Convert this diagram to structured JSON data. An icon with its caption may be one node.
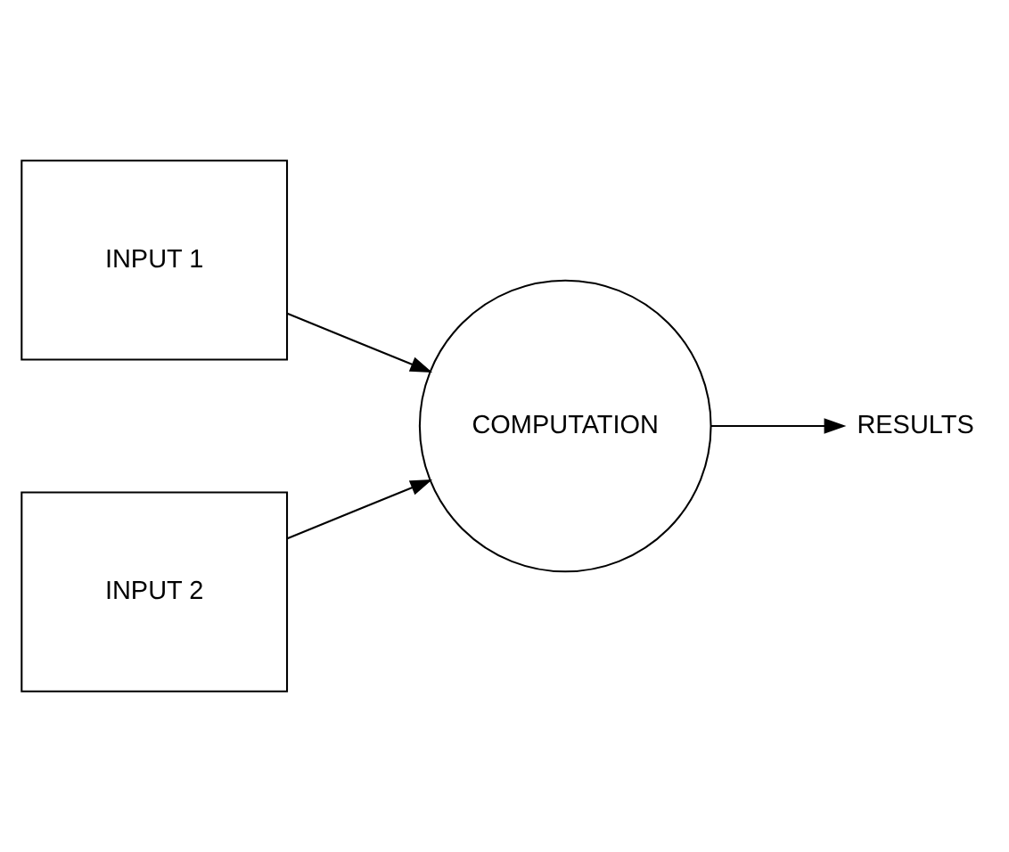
{
  "diagram": {
    "nodes": [
      {
        "text": [
          "INPUT 1"
        ]
      },
      {
        "text": [
          "INPUT 2"
        ]
      },
      {
        "text": [
          "COMPUTATION"
        ]
      },
      {
        "text": [
          "RESULTS"
        ]
      }
    ],
    "edges": [
      {
        "from": 0,
        "to": 2,
        "arrow": "to"
      },
      {
        "from": 1,
        "to": 2,
        "arrow": "to"
      },
      {
        "from": 2,
        "to": 3,
        "arrow": "to"
      }
    ]
  }
}
